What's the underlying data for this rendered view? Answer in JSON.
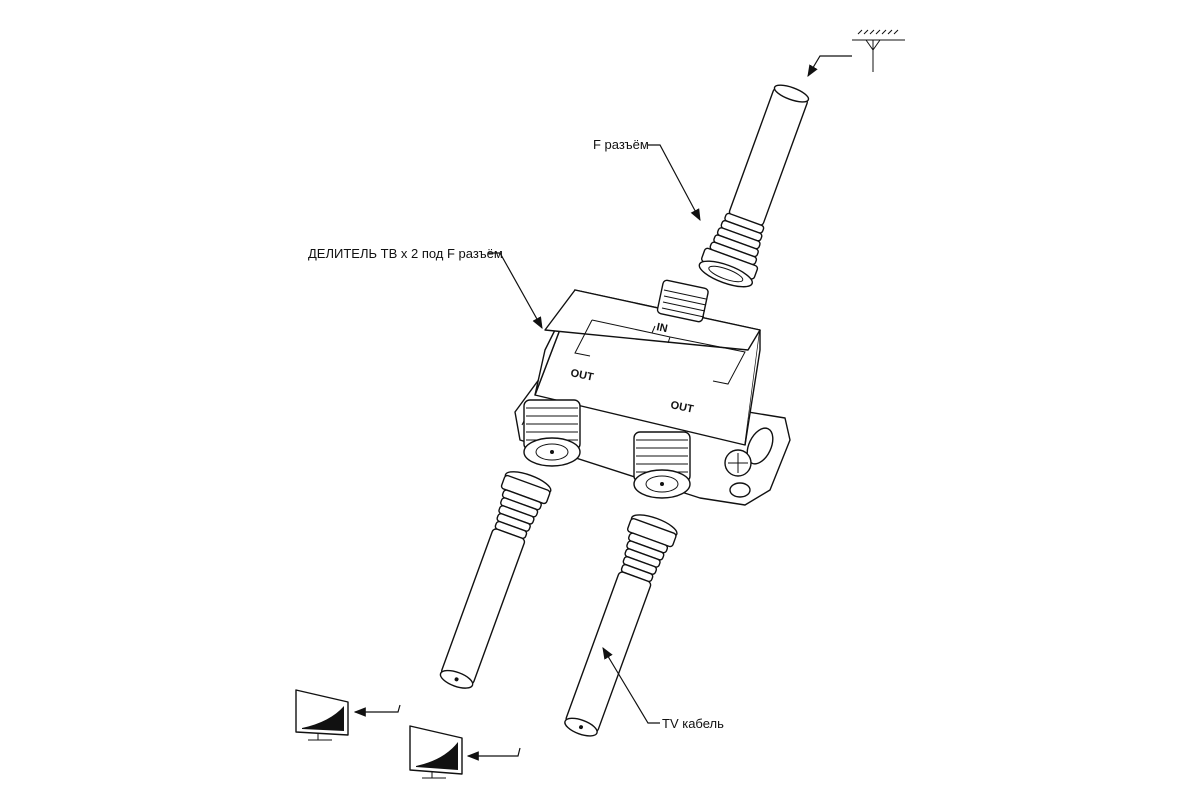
{
  "labels": {
    "f_connector": "F разъём",
    "splitter": "ДЕЛИТЕЛЬ ТВ х 2 под F разъём",
    "tv_cable": "TV кабель"
  },
  "ports": {
    "in": "IN",
    "out_left": "OUT",
    "out_right": "OUT"
  },
  "icons": [
    "antenna-icon",
    "tv-icon",
    "tv-icon"
  ]
}
